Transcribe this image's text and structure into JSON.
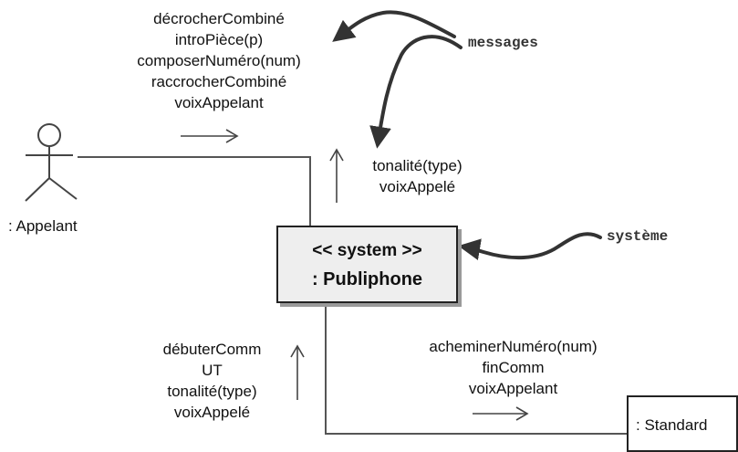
{
  "actors": {
    "appelant": ": Appelant",
    "standard": ": Standard"
  },
  "system": {
    "stereotype": "<< system >>",
    "name": ": Publiphone"
  },
  "messages": {
    "appelant_to_system": [
      "décrocherCombiné",
      "introPièce(p)",
      "composerNuméro(num)",
      "raccrocherCombiné",
      "voixAppelant"
    ],
    "system_to_appelant": [
      "tonalité(type)",
      "voixAppelé"
    ],
    "standard_to_system": [
      "débuterComm",
      "UT",
      "tonalité(type)",
      "voixAppelé"
    ],
    "system_to_standard": [
      "acheminerNuméro(num)",
      "finComm",
      "voixAppelant"
    ]
  },
  "annotations": {
    "messages": "messages",
    "systeme": "système"
  },
  "colors": {
    "line": "#333333",
    "box_fill": "#eeeeee",
    "shadow": "#9a9a9a"
  }
}
